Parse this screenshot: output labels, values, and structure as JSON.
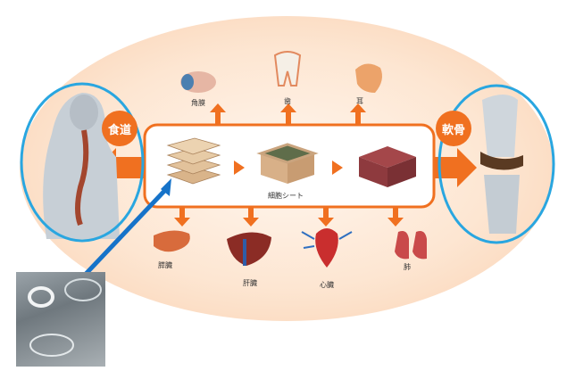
{
  "labels": {
    "esophagus": "食道",
    "cartilage": "軟骨",
    "cornea": "角膜",
    "tooth": "歯",
    "ear": "耳",
    "cell_sheet": "細胞シート",
    "pancreas": "膵臓",
    "liver": "肝臓",
    "heart": "心臓",
    "lung": "肺"
  },
  "colors": {
    "accent_orange": "#f07020",
    "ring_blue": "#29a6e0",
    "pointer_blue": "#1673c9"
  }
}
